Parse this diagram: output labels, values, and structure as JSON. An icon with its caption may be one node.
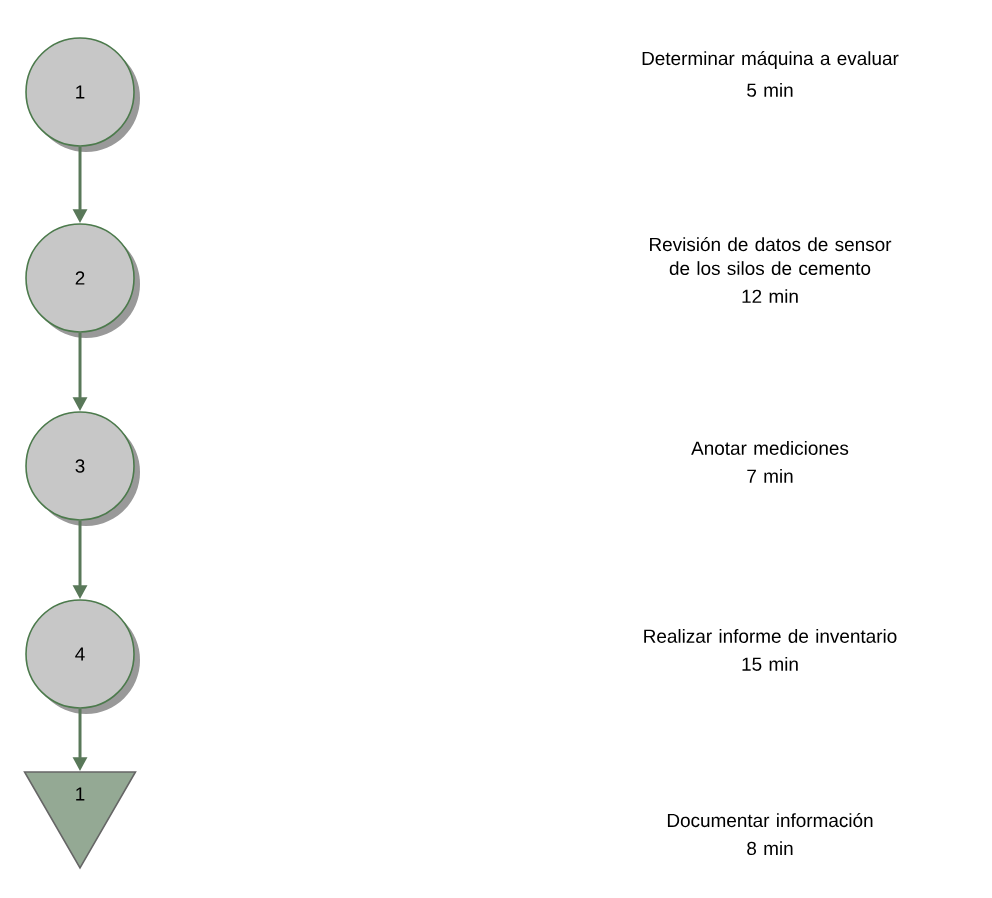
{
  "diagram": {
    "nodes": [
      {
        "text": [
          "1"
        ],
        "beside": [
          "Determinar máquina a evaluar",
          "5 min"
        ]
      },
      {
        "text": [
          "2"
        ],
        "beside": [
          "Revisión de datos de sensor de los silos de cemento",
          "12 min"
        ]
      },
      {
        "text": [
          "3"
        ],
        "beside": [
          "Anotar mediciones",
          "7 min"
        ]
      },
      {
        "text": [
          "4"
        ],
        "beside": [
          "Realizar informe de inventario",
          "15 min"
        ]
      },
      {
        "text": [
          "1"
        ],
        "beside": [
          "Documentar información",
          "8 min"
        ]
      }
    ],
    "edges": [
      {
        "from": 0,
        "to": 1,
        "arrow": "to"
      },
      {
        "from": 1,
        "to": 2,
        "arrow": "to"
      },
      {
        "from": 2,
        "to": 3,
        "arrow": "to"
      },
      {
        "from": 3,
        "to": 4,
        "arrow": "to"
      }
    ]
  }
}
